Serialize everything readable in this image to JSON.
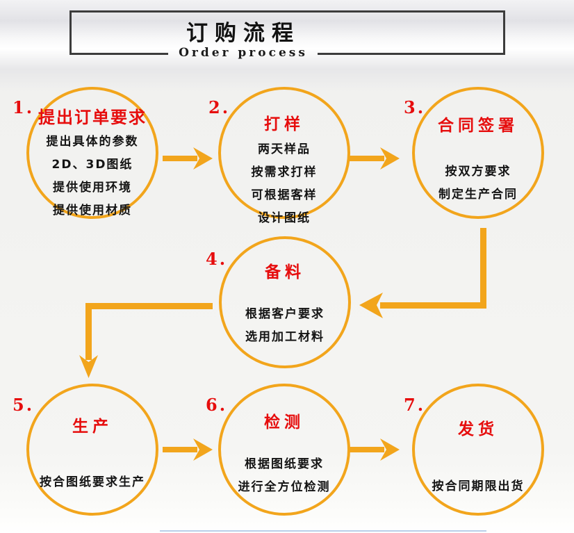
{
  "header": {
    "title": "订购流程",
    "subtitle": "Order process"
  },
  "steps": [
    {
      "number": "1.",
      "title": "提出订单要求",
      "lines": [
        "提出具体的参数",
        "2D、3D图纸",
        "提供使用环境",
        "提供使用材质"
      ]
    },
    {
      "number": "2.",
      "title": "打样",
      "lines": [
        "两天样品",
        "按需求打样",
        "可根据客样",
        "设计图纸"
      ]
    },
    {
      "number": "3.",
      "title": "合同签署",
      "lines": [
        "按双方要求",
        "制定生产合同"
      ]
    },
    {
      "number": "4.",
      "title": "备料",
      "lines": [
        "根据客户要求",
        "选用加工材料"
      ]
    },
    {
      "number": "5.",
      "title": "生产",
      "lines": [
        "按合图纸要求生产"
      ]
    },
    {
      "number": "6.",
      "title": "检测",
      "lines": [
        "根据图纸要求",
        "进行全方位检测"
      ]
    },
    {
      "number": "7.",
      "title": "发货",
      "lines": [
        "按合同期限出货"
      ]
    }
  ],
  "colors": {
    "accent_orange": "#f2a51c",
    "accent_red": "#e60d0d",
    "text_black": "#141414",
    "header_border": "#3c3c3c"
  }
}
